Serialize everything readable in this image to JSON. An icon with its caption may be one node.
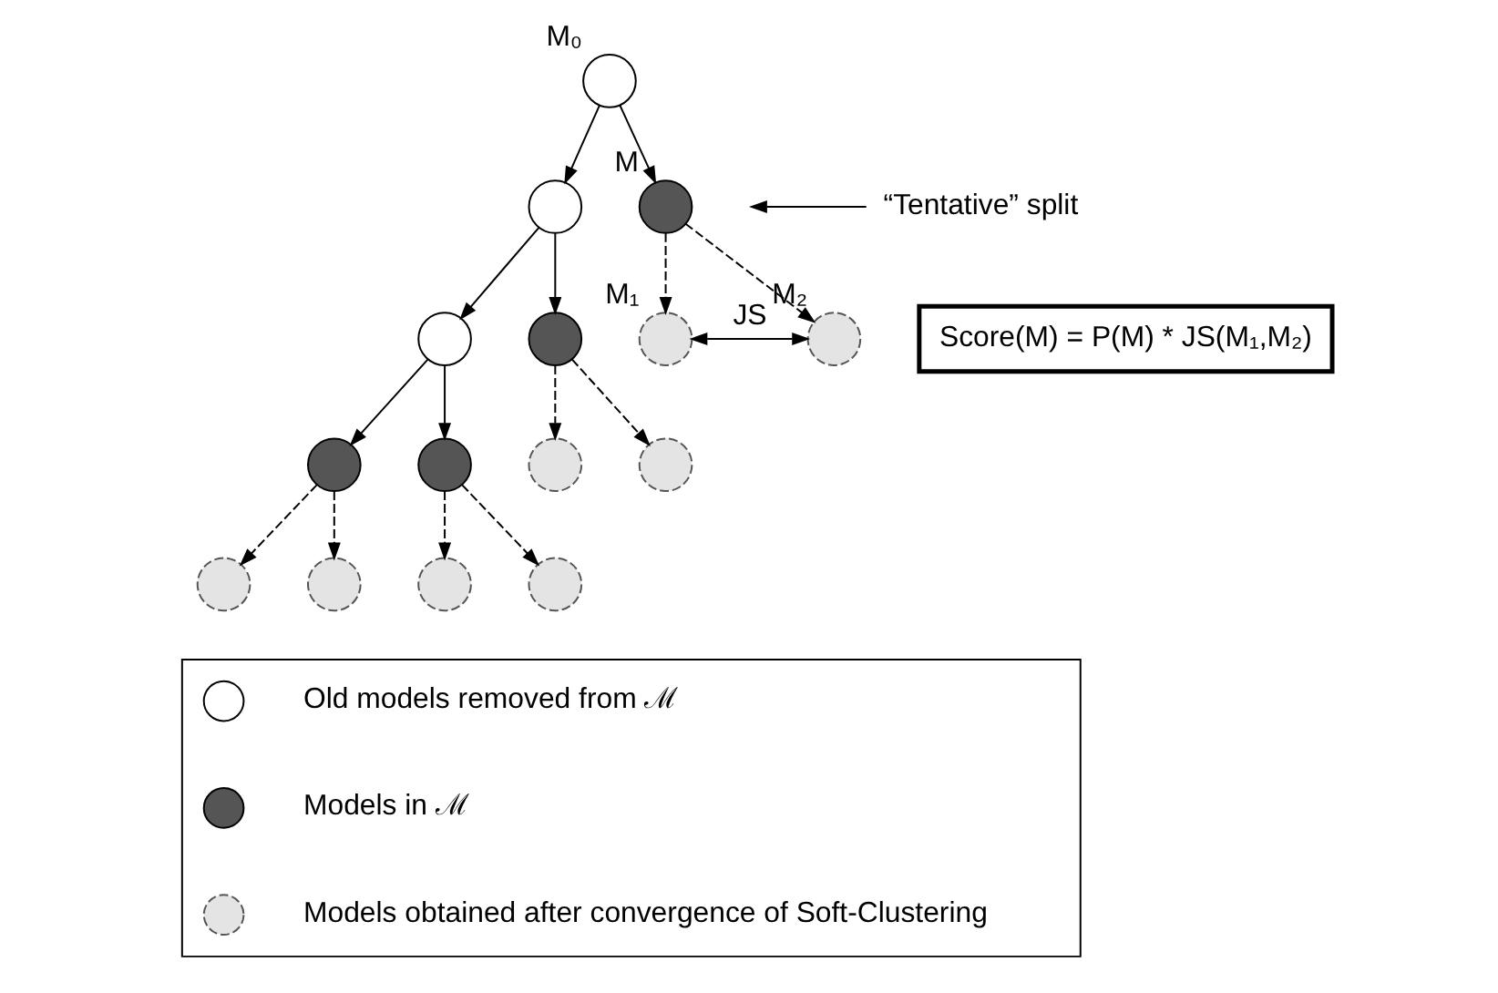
{
  "diagram": {
    "nodes": [
      {
        "text": [],
        "shape": "circle",
        "beside": [
          "M₀"
        ]
      },
      {
        "text": [],
        "shape": "circle"
      },
      {
        "text": [],
        "shape": "circle",
        "beside": [
          "M"
        ]
      },
      {
        "text": [],
        "shape": "circle"
      },
      {
        "text": [],
        "shape": "circle"
      },
      {
        "text": [],
        "shape": "circle",
        "beside": [
          "M₁"
        ]
      },
      {
        "text": [],
        "shape": "circle",
        "beside": [
          "M₂"
        ]
      },
      {
        "text": [],
        "shape": "circle"
      },
      {
        "text": [],
        "shape": "circle"
      },
      {
        "text": [],
        "shape": "circle"
      },
      {
        "text": [],
        "shape": "circle"
      },
      {
        "text": [],
        "shape": "circle"
      },
      {
        "text": [],
        "shape": "circle"
      },
      {
        "text": [],
        "shape": "circle"
      },
      {
        "text": [],
        "shape": "circle"
      },
      {
        "text": [
          "“Tentative” split"
        ]
      },
      {
        "text": [
          "Score(M) = P(M) * JS(M₁,M₂)"
        ]
      },
      {
        "text": [],
        "shape": "box"
      },
      {
        "text": [],
        "shape": "circle",
        "in": 17
      },
      {
        "text": [],
        "shape": "circle",
        "in": 17
      },
      {
        "text": [],
        "shape": "circle",
        "in": 17
      }
    ],
    "edges": [
      {
        "from": 0,
        "to": 1,
        "arrow": "to"
      },
      {
        "from": 0,
        "to": 2,
        "arrow": "to"
      },
      {
        "from": 1,
        "to": 3,
        "arrow": "to"
      },
      {
        "from": 1,
        "to": 4,
        "arrow": "to"
      },
      {
        "from": 2,
        "to": 5,
        "arrow": "to",
        "style": "dashed"
      },
      {
        "from": 2,
        "to": 6,
        "arrow": "to",
        "style": "dashed"
      },
      {
        "from": 5,
        "to": 6,
        "arrow": "both",
        "label": "JS"
      },
      {
        "from": 3,
        "to": 7,
        "arrow": "to"
      },
      {
        "from": 3,
        "to": 8,
        "arrow": "to"
      },
      {
        "from": 4,
        "to": 9,
        "arrow": "to",
        "style": "dashed"
      },
      {
        "from": 4,
        "to": 10,
        "arrow": "to",
        "style": "dashed"
      },
      {
        "from": 7,
        "to": 11,
        "arrow": "to",
        "style": "dashed"
      },
      {
        "from": 7,
        "to": 12,
        "arrow": "to",
        "style": "dashed"
      },
      {
        "from": 8,
        "to": 13,
        "arrow": "to",
        "style": "dashed"
      },
      {
        "from": 8,
        "to": 14,
        "arrow": "to",
        "style": "dashed"
      },
      {
        "from": 15,
        "to": null,
        "arrow": "to"
      }
    ],
    "legend": [
      {
        "text": "Old models removed from ℳ"
      },
      {
        "text": "Models in ℳ"
      },
      {
        "text": "Models obtained after convergence of Soft-Clustering"
      }
    ]
  }
}
